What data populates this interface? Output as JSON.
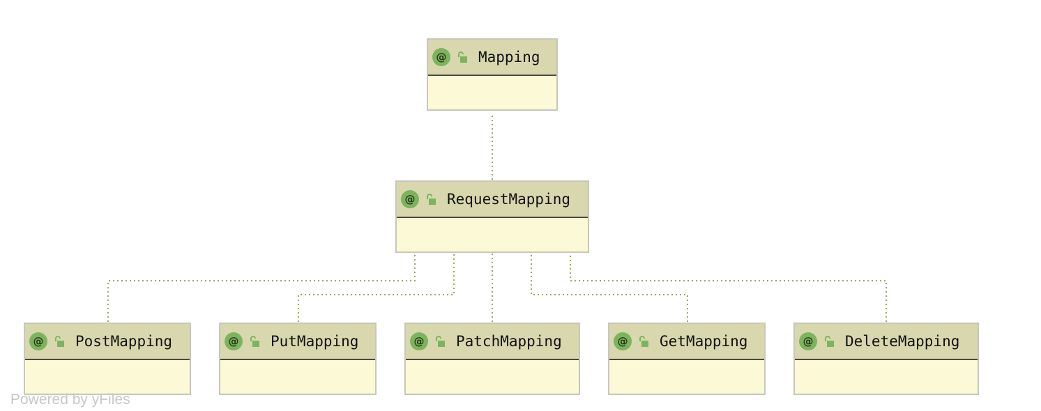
{
  "diagram": {
    "nodes": [
      {
        "id": "mapping",
        "label": "Mapping",
        "badge": "@",
        "icon": "unlocked-padlock-icon"
      },
      {
        "id": "request-mapping",
        "label": "RequestMapping",
        "badge": "@",
        "icon": "unlocked-padlock-icon"
      },
      {
        "id": "post-mapping",
        "label": "PostMapping",
        "badge": "@",
        "icon": "unlocked-padlock-icon"
      },
      {
        "id": "put-mapping",
        "label": "PutMapping",
        "badge": "@",
        "icon": "unlocked-padlock-icon"
      },
      {
        "id": "patch-mapping",
        "label": "PatchMapping",
        "badge": "@",
        "icon": "unlocked-padlock-icon"
      },
      {
        "id": "get-mapping",
        "label": "GetMapping",
        "badge": "@",
        "icon": "unlocked-padlock-icon"
      },
      {
        "id": "delete-mapping",
        "label": "DeleteMapping",
        "badge": "@",
        "icon": "unlocked-padlock-icon"
      }
    ],
    "edges": [
      {
        "from": "request-mapping",
        "to": "mapping",
        "style": "dotted"
      },
      {
        "from": "post-mapping",
        "to": "request-mapping",
        "style": "dotted"
      },
      {
        "from": "put-mapping",
        "to": "request-mapping",
        "style": "dotted"
      },
      {
        "from": "patch-mapping",
        "to": "request-mapping",
        "style": "dotted"
      },
      {
        "from": "get-mapping",
        "to": "request-mapping",
        "style": "dotted"
      },
      {
        "from": "delete-mapping",
        "to": "request-mapping",
        "style": "dotted"
      }
    ],
    "colors": {
      "header": "#d8d7ad",
      "body": "#fcf9d6",
      "badge": "#7db35f",
      "edge": "#8fb05a"
    }
  },
  "watermark": "Powered by yFiles"
}
